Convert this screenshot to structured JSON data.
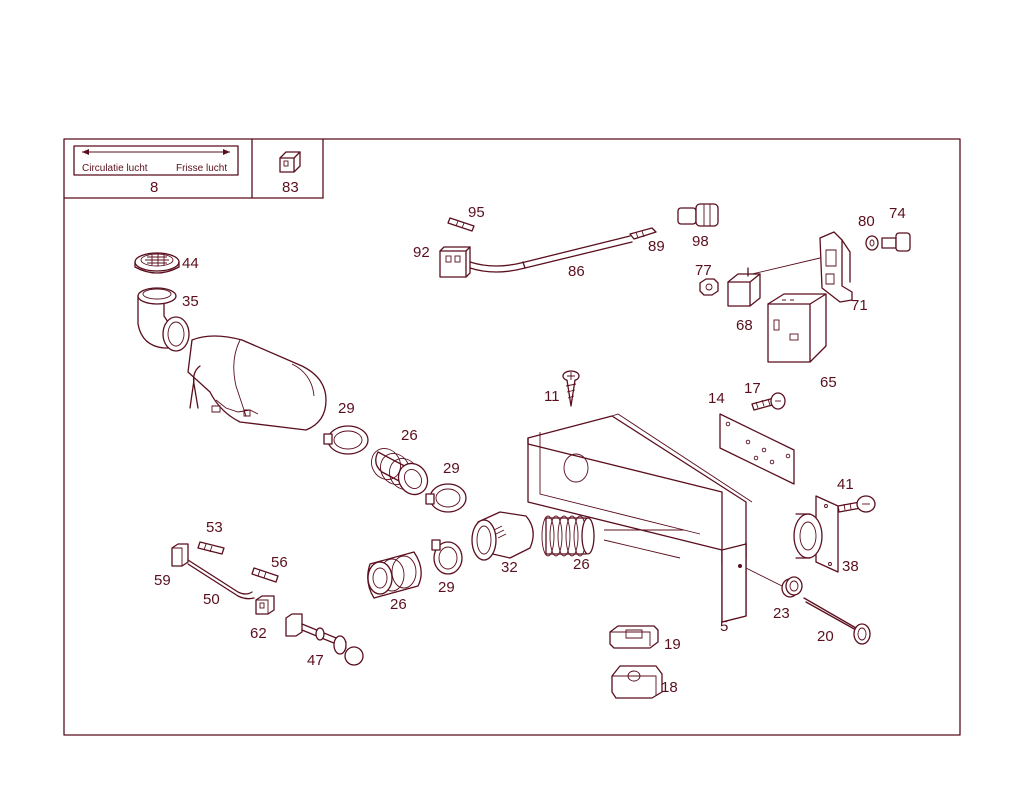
{
  "legend": {
    "box8": {
      "left_text": "Circulatie  lucht",
      "right_text": "Frisse  lucht",
      "number": "8"
    },
    "box83": {
      "number": "83"
    }
  },
  "parts": {
    "p95": "95",
    "p92": "92",
    "p86": "86",
    "p89": "89",
    "p98": "98",
    "p80": "80",
    "p74": "74",
    "p77": "77",
    "p68": "68",
    "p71": "71",
    "p65": "65",
    "p44": "44",
    "p35": "35",
    "p11": "11",
    "p14": "14",
    "p17": "17",
    "p29a": "29",
    "p26a": "26",
    "p29b": "29",
    "p41": "41",
    "p53": "53",
    "p56": "56",
    "p59": "59",
    "p50": "50",
    "p62": "62",
    "p47": "47",
    "p32": "32",
    "p26b": "26",
    "p26c": "26",
    "p29c": "29",
    "p38": "38",
    "p5": "5",
    "p23": "23",
    "p20": "20",
    "p19": "19",
    "p18": "18"
  },
  "colors": {
    "ink": "#5a0f1e",
    "background": "#ffffff"
  }
}
